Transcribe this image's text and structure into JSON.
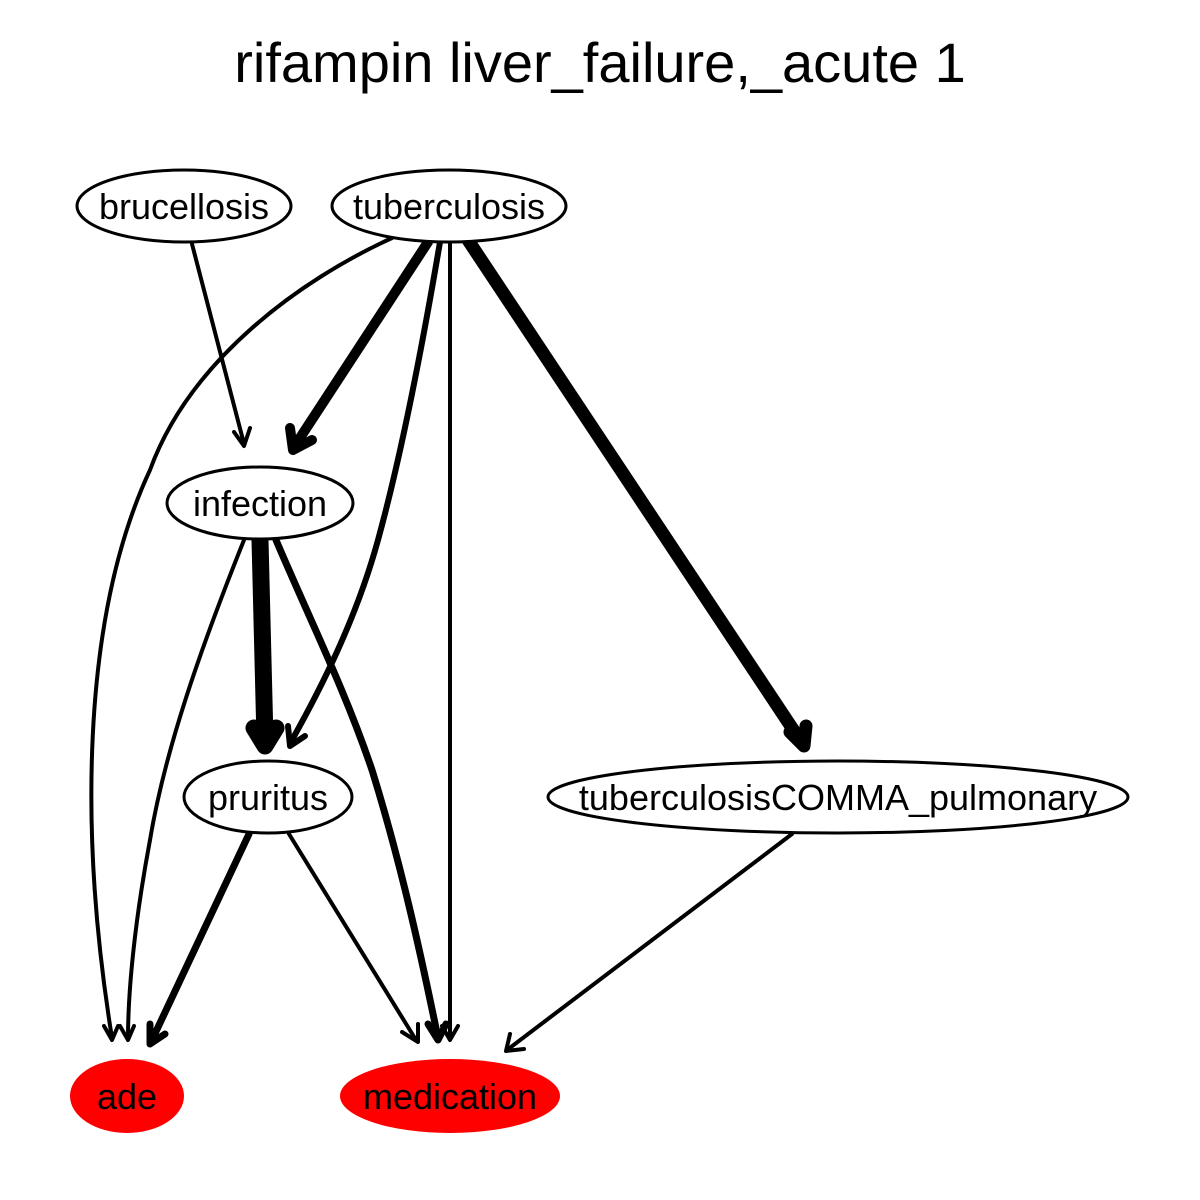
{
  "title": "rifampin liver_failure,_acute 1",
  "colors": {
    "outcome_fill": "#ff0000",
    "node_fill": "#ffffff",
    "stroke": "#000000"
  },
  "nodes": [
    {
      "id": "brucellosis",
      "label": "brucellosis",
      "kind": "cause"
    },
    {
      "id": "tuberculosis",
      "label": "tuberculosis",
      "kind": "cause"
    },
    {
      "id": "infection",
      "label": "infection",
      "kind": "cause"
    },
    {
      "id": "pruritus",
      "label": "pruritus",
      "kind": "cause"
    },
    {
      "id": "tuberculosis_pulmonary",
      "label": "tuberculosisCOMMA_pulmonary",
      "kind": "cause"
    },
    {
      "id": "ade",
      "label": "ade",
      "kind": "outcome"
    },
    {
      "id": "medication",
      "label": "medication",
      "kind": "outcome"
    }
  ],
  "edges": [
    {
      "from": "brucellosis",
      "to": "infection",
      "weight": 1
    },
    {
      "from": "tuberculosis",
      "to": "ade",
      "weight": 1
    },
    {
      "from": "tuberculosis",
      "to": "infection",
      "weight": 3
    },
    {
      "from": "tuberculosis",
      "to": "pruritus",
      "weight": 2
    },
    {
      "from": "tuberculosis",
      "to": "medication",
      "weight": 1
    },
    {
      "from": "tuberculosis",
      "to": "tuberculosis_pulmonary",
      "weight": 4
    },
    {
      "from": "infection",
      "to": "ade",
      "weight": 1
    },
    {
      "from": "infection",
      "to": "pruritus",
      "weight": 5
    },
    {
      "from": "infection",
      "to": "medication",
      "weight": 2
    },
    {
      "from": "pruritus",
      "to": "ade",
      "weight": 2
    },
    {
      "from": "pruritus",
      "to": "medication",
      "weight": 1
    },
    {
      "from": "tuberculosis_pulmonary",
      "to": "medication",
      "weight": 1
    }
  ]
}
